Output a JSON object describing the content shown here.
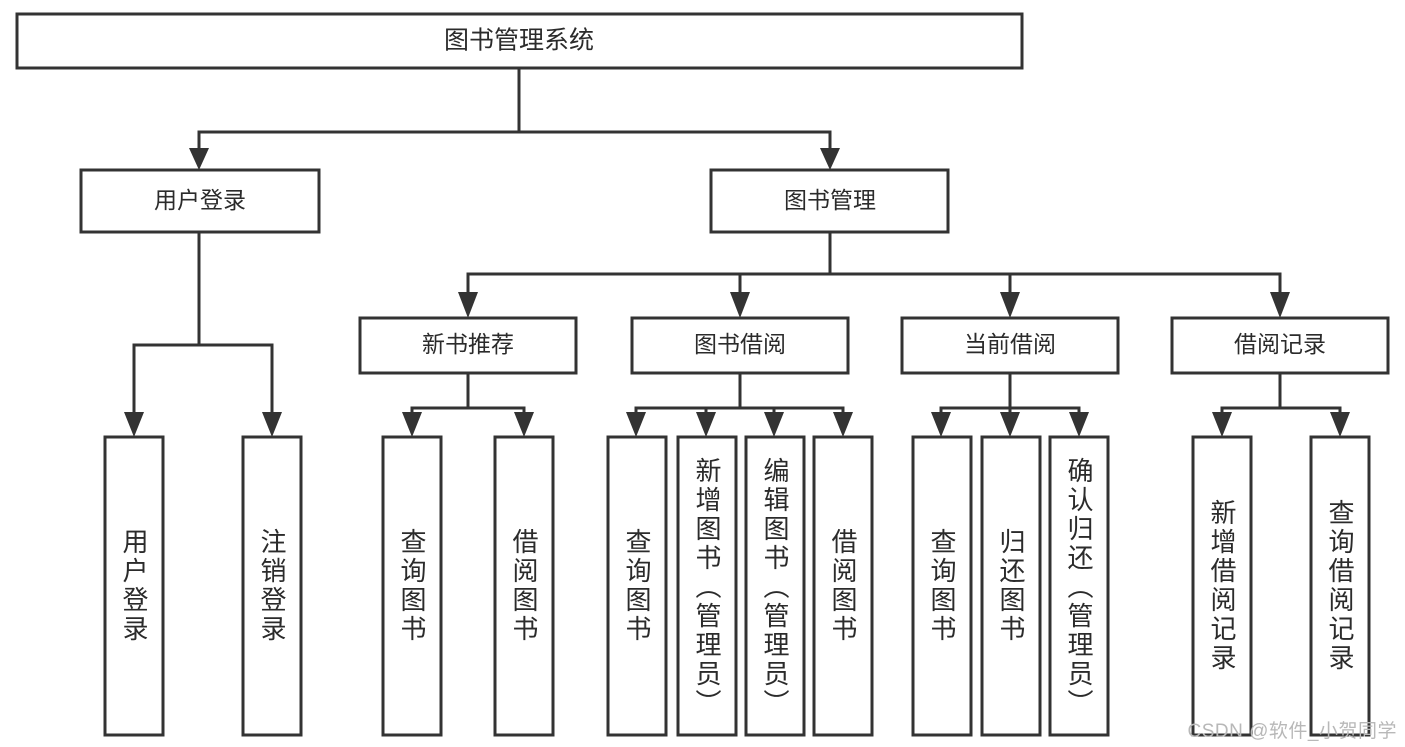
{
  "diagram": {
    "type": "tree-hierarchy",
    "title": "图书管理系统",
    "watermark": "CSDN @软件_小贺同学",
    "colors": {
      "stroke": "#333333",
      "fill": "#ffffff",
      "text": "#2b2b2b",
      "watermark": "#b8b8b8"
    },
    "root": {
      "label": "图书管理系统"
    },
    "level2": [
      {
        "label": "用户登录"
      },
      {
        "label": "图书管理"
      }
    ],
    "level3": [
      {
        "label": "新书推荐"
      },
      {
        "label": "图书借阅"
      },
      {
        "label": "当前借阅"
      },
      {
        "label": "借阅记录"
      }
    ],
    "leaves": {
      "user_login": [
        {
          "label": "用户登录"
        },
        {
          "label": "注销登录"
        }
      ],
      "new_book_recommend": [
        {
          "label": "查询图书"
        },
        {
          "label": "借阅图书"
        }
      ],
      "book_borrow": [
        {
          "label": "查询图书"
        },
        {
          "label": "新增图书（管理员）"
        },
        {
          "label": "编辑图书（管理员）"
        },
        {
          "label": "借阅图书"
        }
      ],
      "current_borrow": [
        {
          "label": "查询图书"
        },
        {
          "label": "归还图书"
        },
        {
          "label": "确认归还（管理员）"
        }
      ],
      "borrow_record": [
        {
          "label": "新增借阅记录"
        },
        {
          "label": "查询借阅记录"
        }
      ]
    }
  }
}
